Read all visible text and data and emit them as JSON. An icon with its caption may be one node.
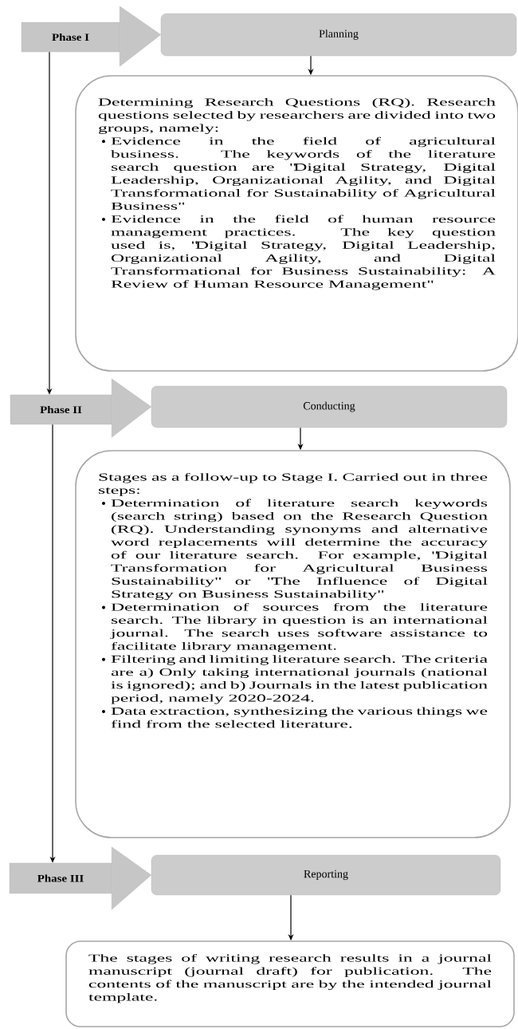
{
  "diagram": {
    "nodes": [
      {
        "text": [
          "Phase I"
        ]
      },
      {
        "text": [
          "Planning"
        ]
      },
      {
        "text": [
          "Determining Research Questions (RQ). Research questions selected by researchers are divided into two groups, namely:",
          "Evidence in the field of agricultural business. The keywords of the literature search question are \"Digital Strategy, Digital Leadership, Organizational Agility, and Digital Transformational for Sustainability of Agricultural Business\"",
          "Evidence in the field of human resource management practices. The key question used is, \"Digital Strategy, Digital Leadership, Organizational Agility, and Digital Transformational for Business Sustainability: A Review of Human Resource Management\""
        ]
      },
      {
        "text": [
          "Phase II"
        ]
      },
      {
        "text": [
          "Conducting"
        ]
      },
      {
        "text": [
          "Stages as a follow-up to Stage I. Carried out in three steps:",
          "Determination of literature search keywords (search string) based on the Research Question (RQ). Understanding synonyms and alternative word replacements will determine the accuracy of our literature search. For example, \"Digital Transformation for Agricultural Business Sustainability\" or \"The Influence of Digital Strategy on Business Sustainability\"",
          "Determination of sources from the literature search. The library in question is an international journal. The search uses software assistance to facilitate library management.",
          "Filtering and limiting literature search. The criteria are a) Only taking international journals (national is ignored); and b) Journals in the latest publication period, namely 2020-2024.",
          "Data extraction, synthesizing the various things we find from the selected literature."
        ]
      },
      {
        "text": [
          "Phase III"
        ]
      },
      {
        "text": [
          "Reporting"
        ]
      },
      {
        "text": [
          "The stages of writing research results in a journal manuscript (journal draft) for publication. The contents of the manuscript are by the intended journal template."
        ]
      }
    ],
    "edges": [
      {
        "from": 0,
        "to": 1,
        "arrow": "to"
      },
      {
        "from": 0,
        "to": 3,
        "arrow": "to"
      },
      {
        "from": 1,
        "to": 2,
        "arrow": "to"
      },
      {
        "from": 3,
        "to": 4,
        "arrow": "to"
      },
      {
        "from": 3,
        "to": 6,
        "arrow": "to"
      },
      {
        "from": 4,
        "to": 5,
        "arrow": "to"
      },
      {
        "from": 6,
        "to": 7,
        "arrow": "to"
      },
      {
        "from": 7,
        "to": 8,
        "arrow": "to"
      }
    ]
  }
}
